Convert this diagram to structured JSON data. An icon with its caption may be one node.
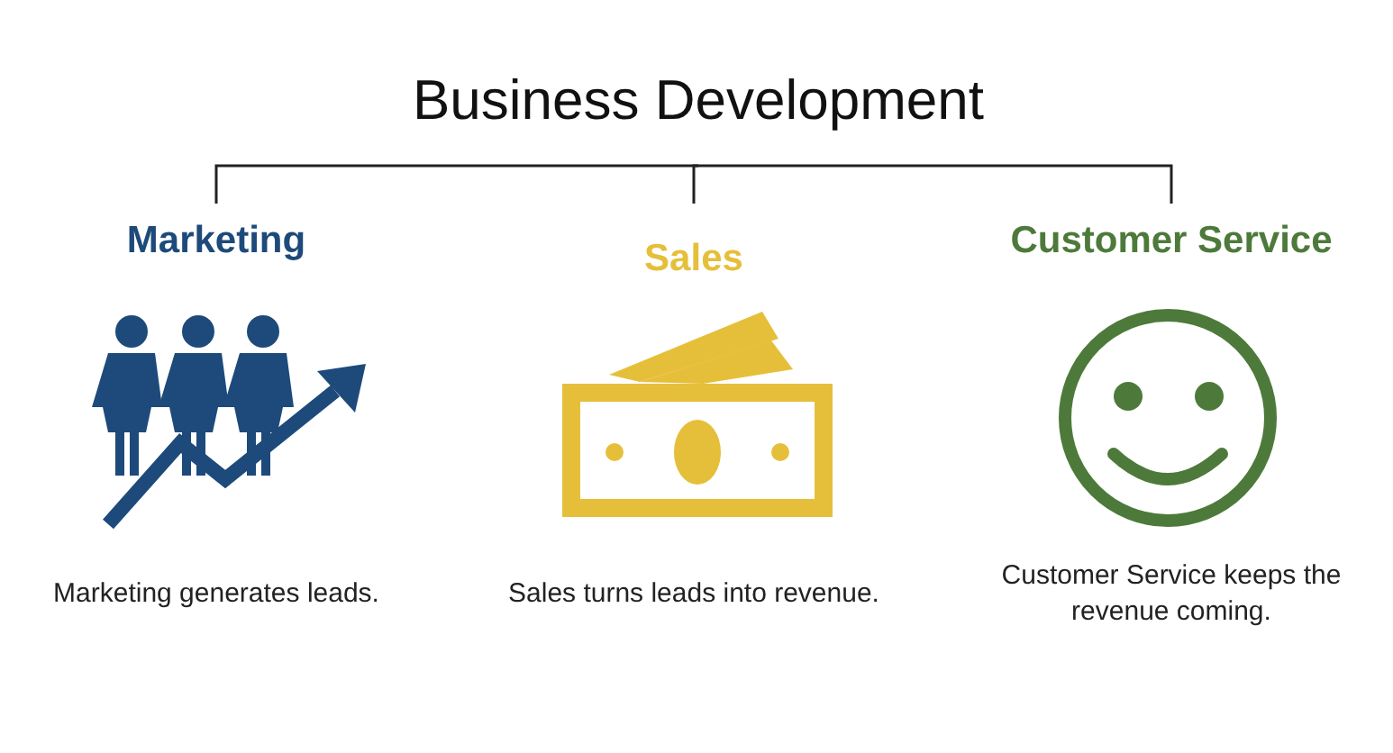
{
  "diagram": {
    "nodes": [
      {
        "text": [
          "Business Development"
        ]
      },
      {
        "text": [
          "Marketing",
          "Marketing generates leads."
        ]
      },
      {
        "text": [
          "Sales",
          "Sales turns leads into revenue."
        ]
      },
      {
        "text": [
          "Customer Service",
          "Customer Service keeps the revenue coming."
        ]
      }
    ],
    "edges": [
      {
        "from": 0,
        "to": 1,
        "arrow": "none"
      },
      {
        "from": 0,
        "to": 2,
        "arrow": "none"
      },
      {
        "from": 0,
        "to": 3,
        "arrow": "none"
      }
    ]
  }
}
